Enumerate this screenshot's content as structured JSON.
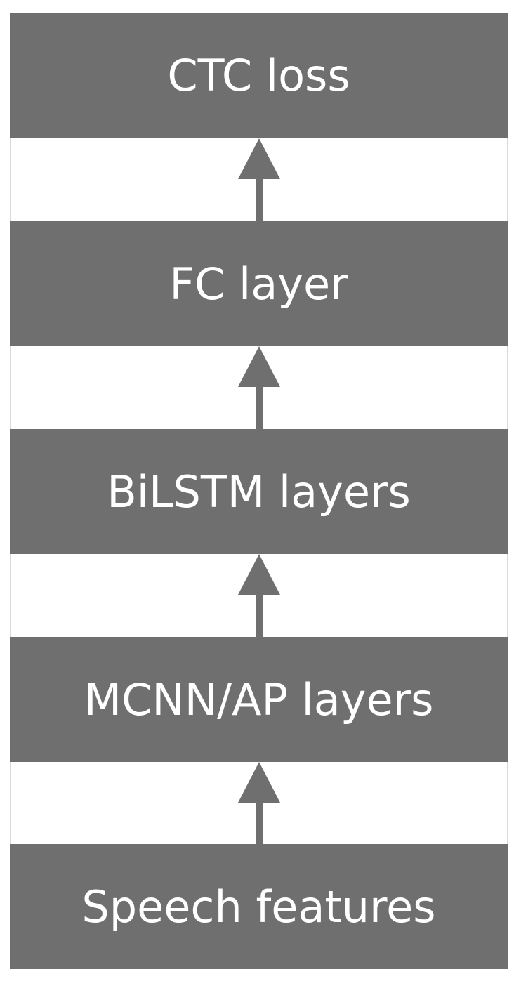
{
  "colors": {
    "block_fill": "#6f6f6f",
    "block_text": "#ffffff",
    "arrow": "#6f6f6f",
    "background": "#ffffff"
  },
  "blocks": [
    {
      "label": "CTC loss"
    },
    {
      "label": "FC layer"
    },
    {
      "label": "BiLSTM layers"
    },
    {
      "label": "MCNN/AP layers"
    },
    {
      "label": "Speech features"
    }
  ],
  "arrows": [
    {
      "from": "FC layer",
      "to": "CTC loss"
    },
    {
      "from": "BiLSTM layers",
      "to": "FC layer"
    },
    {
      "from": "MCNN/AP layers",
      "to": "BiLSTM layers"
    },
    {
      "from": "Speech features",
      "to": "MCNN/AP layers"
    }
  ]
}
